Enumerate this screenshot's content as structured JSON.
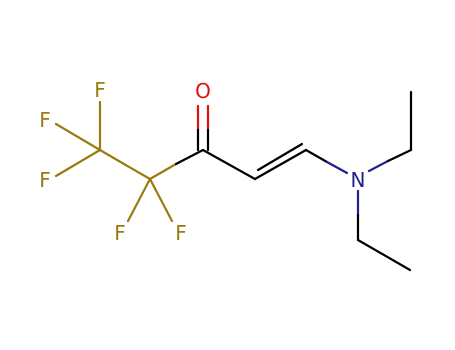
{
  "molecule": {
    "atoms": {
      "f_top": "F",
      "f_upper_left": "F",
      "f_lower_left": "F",
      "f_bottom_left": "F",
      "f_bottom_right": "F",
      "oxygen": "O",
      "nitrogen": "N"
    },
    "colors": {
      "fluorine": "#9a7a12",
      "oxygen": "#e01010",
      "nitrogen": "#1f1f8f",
      "carbon": "#000000"
    }
  }
}
